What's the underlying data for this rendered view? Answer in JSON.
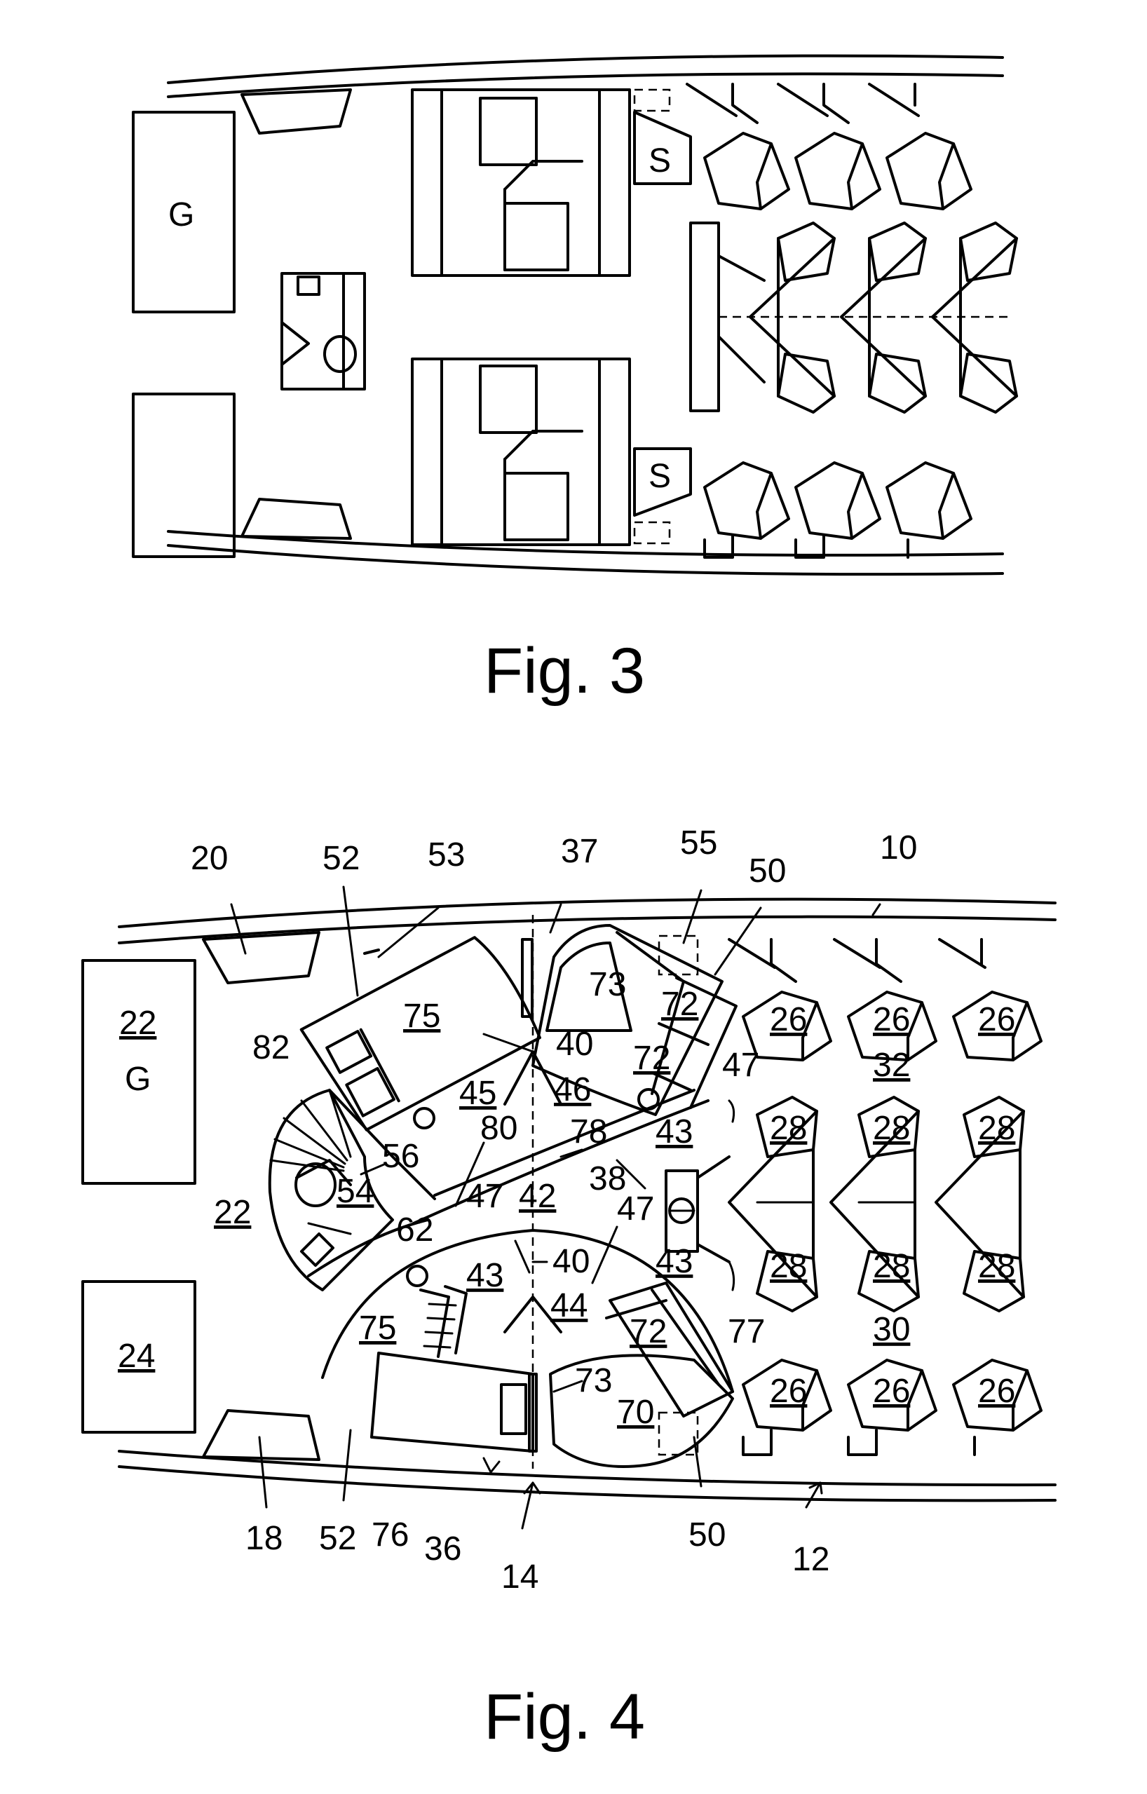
{
  "fig3": {
    "caption": "Fig. 3",
    "galley_label": "G",
    "storage_label": "S"
  },
  "fig4": {
    "caption": "Fig. 4",
    "galley_text": "G",
    "labels": {
      "l10": "10",
      "l12": "12",
      "l14": "14",
      "l18": "18",
      "l20": "20",
      "l22_galley": "22",
      "l22_stair": "22",
      "l24": "24",
      "l26": "26",
      "l28": "28",
      "l30": "30",
      "l32": "32",
      "l36": "36",
      "l37": "37",
      "l38": "38",
      "l40": "40",
      "l42": "42",
      "l43": "43",
      "l44": "44",
      "l45": "45",
      "l46": "46",
      "l47": "47",
      "l50": "50",
      "l52": "52",
      "l53": "53",
      "l54": "54",
      "l55": "55",
      "l56": "56",
      "l62": "62",
      "l70": "70",
      "l72": "72",
      "l73": "73",
      "l75": "75",
      "l76": "76",
      "l77": "77",
      "l78": "78",
      "l80": "80",
      "l82": "82"
    }
  }
}
